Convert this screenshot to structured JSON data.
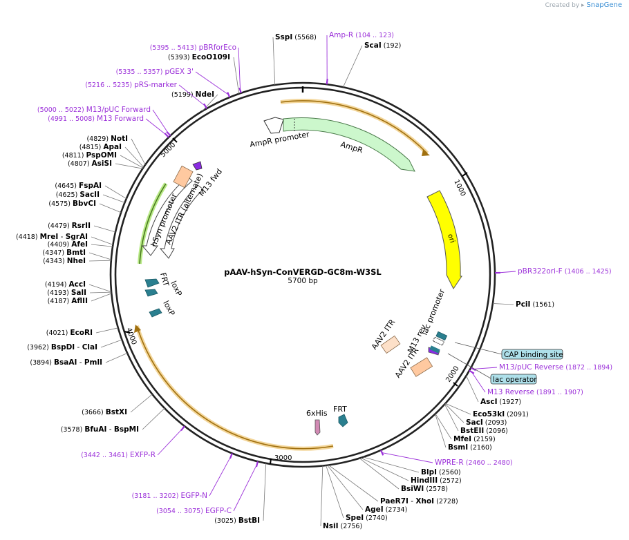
{
  "credit": {
    "prefix": "Created by",
    "brand": "SnapGene"
  },
  "plasmid": {
    "name": "pAAV-hSyn-ConVERGD-GC8m-W3SL",
    "size": "5700 bp",
    "length": 5700
  },
  "ticks": [
    {
      "bp": 1000,
      "label": "1000"
    },
    {
      "bp": 2000,
      "label": "2000"
    },
    {
      "bp": 3000,
      "label": "3000"
    },
    {
      "bp": 4000,
      "label": "4000"
    },
    {
      "bp": 5000,
      "label": "5000"
    }
  ],
  "enzymes": [
    {
      "name": "SspI",
      "pos": "(5568)"
    },
    {
      "name": "ScaI",
      "pos": "(192)"
    },
    {
      "name": "EcoO109I",
      "pos": "(5393)"
    },
    {
      "name": "NdeI",
      "pos": "(5199)"
    },
    {
      "name": "NotI",
      "pos": "(4829)"
    },
    {
      "name": "ApaI",
      "pos": "(4815)"
    },
    {
      "name": "PspOMI",
      "pos": "(4811)"
    },
    {
      "name": "AsiSI",
      "pos": "(4807)"
    },
    {
      "name": "FspAI",
      "pos": "(4645)"
    },
    {
      "name": "SacII",
      "pos": "(4625)"
    },
    {
      "name": "BbvCI",
      "pos": "(4575)"
    },
    {
      "name": "RsrII",
      "pos": "(4479)"
    },
    {
      "name": "MreI - SgrAI",
      "pos": "(4418)"
    },
    {
      "name": "AfeI",
      "pos": "(4409)"
    },
    {
      "name": "BmtI",
      "pos": "(4347)"
    },
    {
      "name": "NheI",
      "pos": "(4343)"
    },
    {
      "name": "AccI",
      "pos": "(4194)"
    },
    {
      "name": "SalI",
      "pos": "(4193)"
    },
    {
      "name": "AflII",
      "pos": "(4187)"
    },
    {
      "name": "EcoRI",
      "pos": "(4021)"
    },
    {
      "name": "BspDI - ClaI",
      "pos": "(3962)"
    },
    {
      "name": "BsaAI - PmlI",
      "pos": "(3894)"
    },
    {
      "name": "BstXI",
      "pos": "(3666)"
    },
    {
      "name": "BfuAI - BspMI",
      "pos": "(3578)"
    },
    {
      "name": "BstBI",
      "pos": "(3025)"
    },
    {
      "name": "NsiI",
      "pos": "(2756)"
    },
    {
      "name": "SpeI",
      "pos": "(2740)"
    },
    {
      "name": "AgeI",
      "pos": "(2734)"
    },
    {
      "name": "PaeR7I - XhoI",
      "pos": "(2728)"
    },
    {
      "name": "BsiWI",
      "pos": "(2578)"
    },
    {
      "name": "HindIII",
      "pos": "(2572)"
    },
    {
      "name": "BlpI",
      "pos": "(2560)"
    },
    {
      "name": "BsmI",
      "pos": "(2160)"
    },
    {
      "name": "MfeI",
      "pos": "(2159)"
    },
    {
      "name": "BstEII",
      "pos": "(2096)"
    },
    {
      "name": "SacI",
      "pos": "(2093)"
    },
    {
      "name": "Eco53kI",
      "pos": "(2091)"
    },
    {
      "name": "AscI",
      "pos": "(1927)"
    },
    {
      "name": "PciI",
      "pos": "(1561)"
    }
  ],
  "primers": [
    {
      "name": "Amp-R",
      "range": "(104 .. 123)"
    },
    {
      "name": "pBRforEco",
      "range": "(5395 .. 5413)"
    },
    {
      "name": "pGEX 3'",
      "range": "(5335 .. 5357)"
    },
    {
      "name": "pRS-marker",
      "range": "(5216 .. 5235)"
    },
    {
      "name": "M13/pUC Forward",
      "range": "(5000 .. 5022)"
    },
    {
      "name": "M13 Forward",
      "range": "(4991 .. 5008)"
    },
    {
      "name": "pBR322ori-F",
      "range": "(1406 .. 1425)"
    },
    {
      "name": "M13/pUC Reverse",
      "range": "(1872 .. 1894)"
    },
    {
      "name": "M13 Reverse",
      "range": "(1891 .. 1907)"
    },
    {
      "name": "WPRE-R",
      "range": "(2460 .. 2480)"
    },
    {
      "name": "EXFP-R",
      "range": "(3442 .. 3461)"
    },
    {
      "name": "EGFP-N",
      "range": "(3181 .. 3202)"
    },
    {
      "name": "EGFP-C",
      "range": "(3054 .. 3075)"
    }
  ],
  "boxed_features": [
    {
      "name": "CAP binding site"
    },
    {
      "name": "lac operator"
    }
  ],
  "features": [
    {
      "name": "AmpR promoter",
      "color": "#ffffff"
    },
    {
      "name": "AmpR",
      "color": "#ccf7cc"
    },
    {
      "name": "ori",
      "color": "#ffff00"
    },
    {
      "name": "lac promoter",
      "color": "#ffffff"
    },
    {
      "name": "M13 rev",
      "color": "#8a2be2"
    },
    {
      "name": "AAV2 ITR",
      "color": "#fde0c8"
    },
    {
      "name": "AAV2 ITR",
      "color": "#ffc9a0"
    },
    {
      "name": "FRT",
      "color": "#2a7f8f"
    },
    {
      "name": "6xHis",
      "color": "#d28ab4"
    },
    {
      "name": "loxP",
      "color": "#2a7f8f"
    },
    {
      "name": "FRT",
      "color": "#2a7f8f"
    },
    {
      "name": "loxP",
      "color": "#2a7f8f"
    },
    {
      "name": "hSyn promoter",
      "color": "#ffffff"
    },
    {
      "name": "AAV2 ITR (alternate)",
      "color": "#ffffff"
    },
    {
      "name": "M13 fwd",
      "color": "#8a2be2"
    }
  ],
  "colors": {
    "enzyme": "#000000",
    "primer": "#9b30d9",
    "backbone": "#222222",
    "orf": "#e6a23c",
    "boxed": "#aee0ea"
  }
}
